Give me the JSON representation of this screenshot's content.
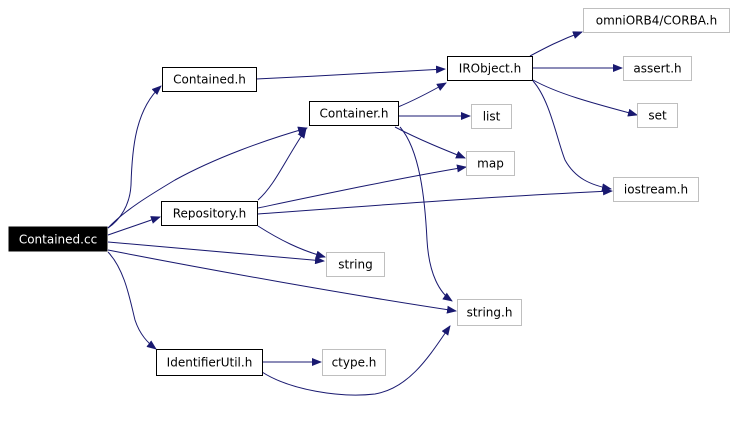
{
  "colors": {
    "edge": "#191970",
    "root_fill": "#000000",
    "root_text": "#ffffff",
    "internal_border": "#000000",
    "external_border": "#bfbfbf",
    "text": "#000000"
  },
  "nodes": {
    "contained_cc": "Contained.cc",
    "contained_h": "Contained.h",
    "container_h": "Container.h",
    "repository_h": "Repository.h",
    "identifierutil_h": "IdentifierUtil.h",
    "irobject_h": "IRObject.h",
    "omniorb_corba_h": "omniORB4/CORBA.h",
    "assert_h": "assert.h",
    "set": "set",
    "iostream_h": "iostream.h",
    "list": "list",
    "map": "map",
    "string": "string",
    "string_h": "string.h",
    "ctype_h": "ctype.h"
  }
}
